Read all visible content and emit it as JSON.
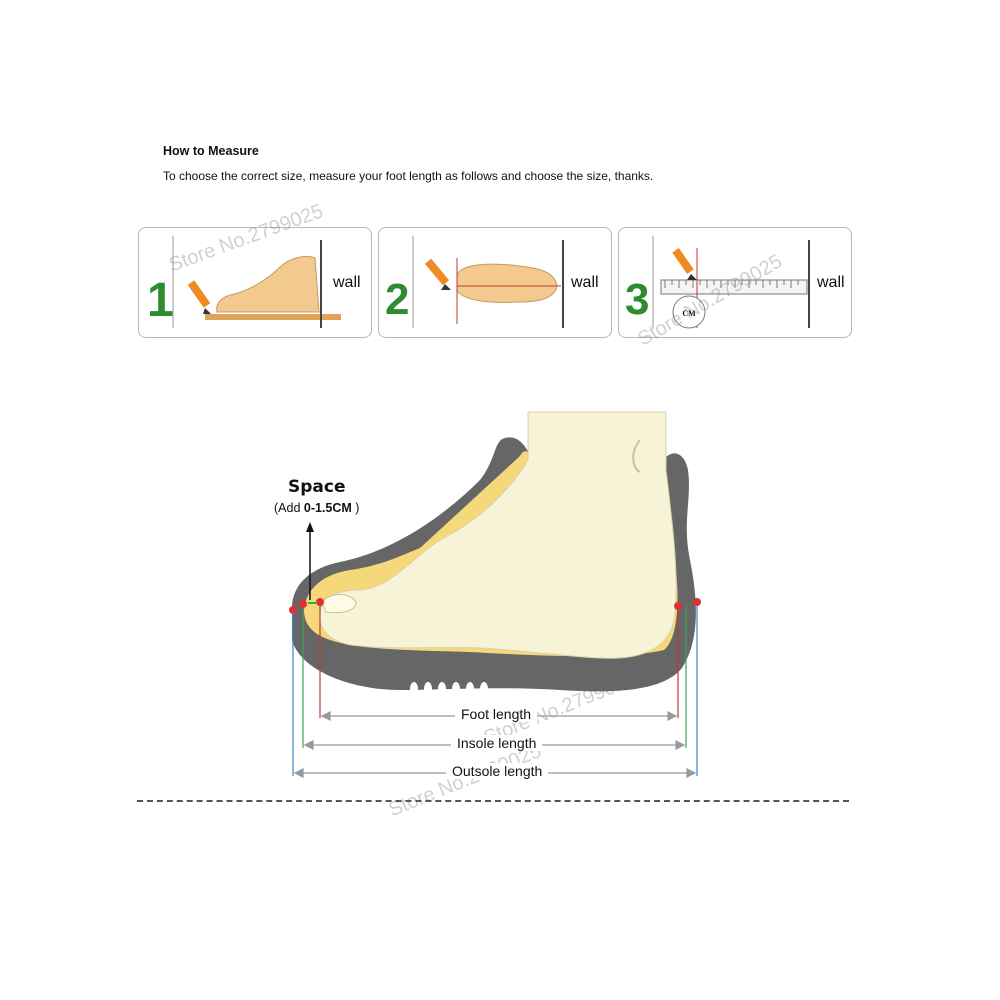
{
  "header": {
    "title": "How to Measure",
    "subtitle": "To choose the correct size, measure your foot length as follows and choose the size, thanks."
  },
  "steps": [
    {
      "number": "1",
      "wall_label": "wall"
    },
    {
      "number": "2",
      "wall_label": "wall"
    },
    {
      "number": "3",
      "wall_label": "wall",
      "ruler_unit": "CM"
    }
  ],
  "diagram": {
    "space_label": "Space",
    "add_prefix": "(Add ",
    "add_value": "0-1.5CM",
    "add_suffix": " )",
    "foot_length": "Foot length",
    "insole_length": "Insole length",
    "outsole_length": "Outsole length"
  },
  "watermark": "Store No.2799025",
  "colors": {
    "step_number_green": "#2e8b2e",
    "foot_skin": "#f2c98e",
    "shoe_foot": "#f7f3d6",
    "shoe_sole": "#666666",
    "insole_yellow": "#f5d879",
    "foot_line_red": "#c0392b",
    "insole_line_green": "#3aa655",
    "outsole_line_blue": "#3a86c8",
    "pencil_orange": "#f08a24"
  }
}
